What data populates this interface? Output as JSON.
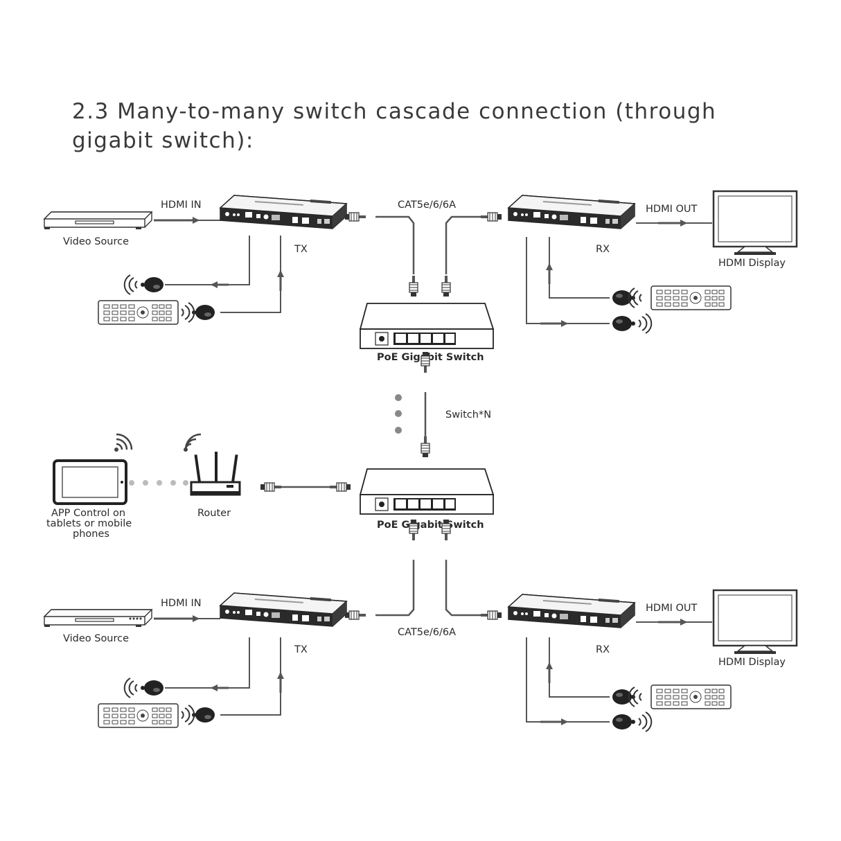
{
  "heading": "2.3 Many-to-many switch cascade connection (through gigabit switch):",
  "labels": {
    "hdmi_in": "HDMI IN",
    "hdmi_out": "HDMI OUT",
    "video_source": "Video Source",
    "hdmi_display": "HDMI Display",
    "tx": "TX",
    "rx": "RX",
    "cable": "CAT5e/6/6A",
    "poe_switch": "PoE Gigabit Switch",
    "switch_n": "Switch*N",
    "router": "Router",
    "app_control": [
      "APP Control on",
      "tablets or mobile",
      "phones"
    ]
  },
  "colors": {
    "line": "#444444",
    "device": "#2a2a2a",
    "text": "#2b2b2b"
  }
}
